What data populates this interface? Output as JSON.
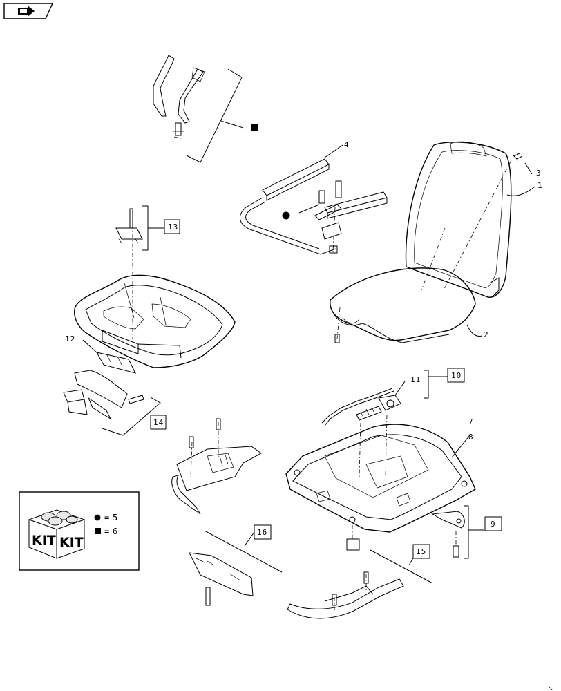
{
  "nav": {
    "icon": "back-arrow-icon"
  },
  "callouts": {
    "c1": "1",
    "c2": "2",
    "c3": "3",
    "c4": "4",
    "c7": "7",
    "c8": "8",
    "c9": "9",
    "c10": "10",
    "c11": "11",
    "c12": "12",
    "c13": "13",
    "c14": "14",
    "c15": "15",
    "c16": "16"
  },
  "kit": {
    "label_a": "KIT",
    "label_b": "KIT",
    "legend": [
      {
        "symbol": "circle",
        "equals": "=",
        "ref": "5"
      },
      {
        "symbol": "square",
        "equals": "=",
        "ref": "6"
      }
    ]
  }
}
